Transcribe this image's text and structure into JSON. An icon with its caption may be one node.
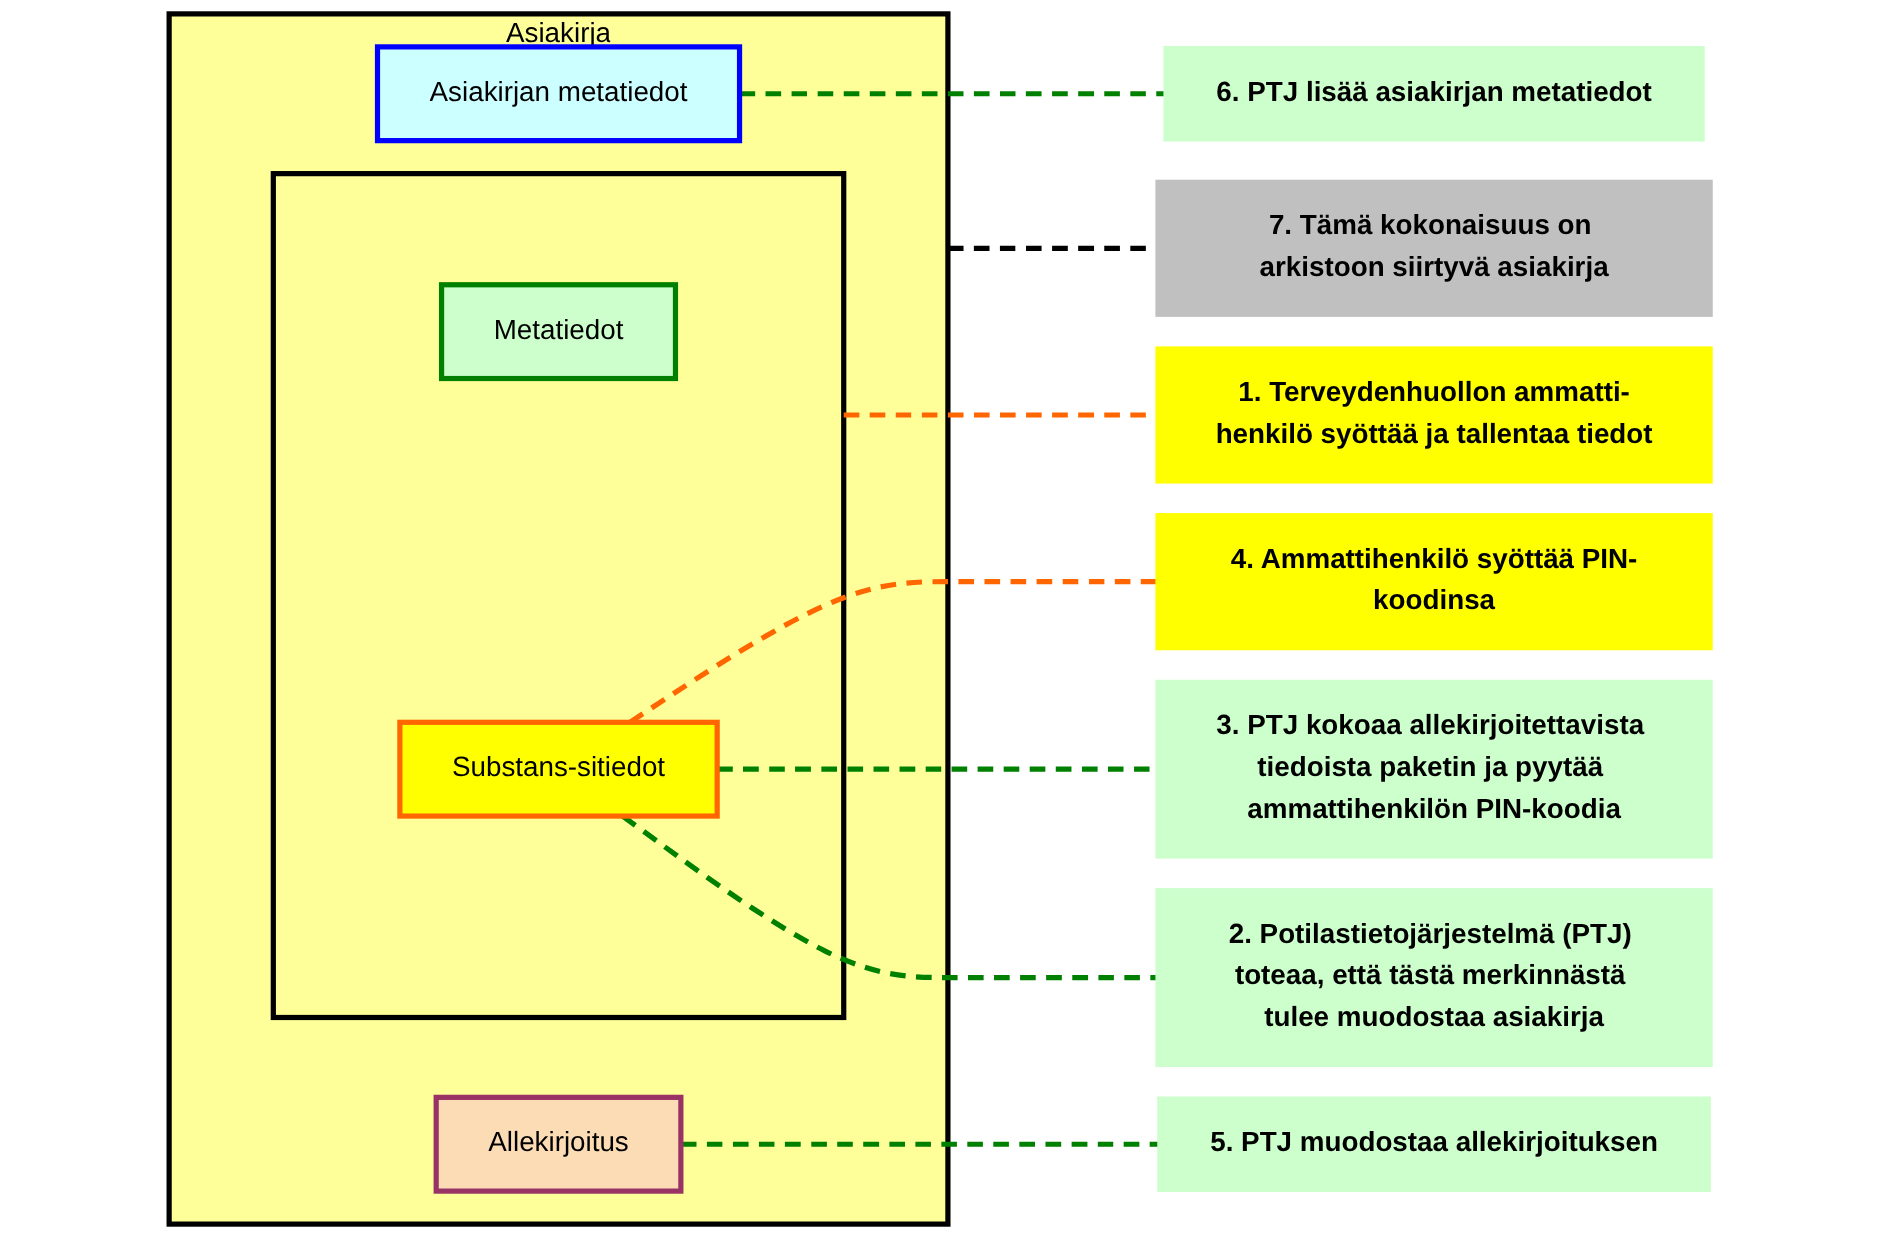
{
  "diagram": {
    "nodes": [
      {
        "text": [
          "Asiakirja"
        ]
      },
      {
        "text": [
          "Asiakirjan metatiedot"
        ],
        "in": 0
      },
      {
        "text": [],
        "shape": "box",
        "in": 0
      },
      {
        "text": [
          "Metatiedot"
        ],
        "in": 2
      },
      {
        "text": [
          "Substans-sitiedot"
        ],
        "in": 2
      },
      {
        "text": [
          "Allekirjoitus"
        ],
        "in": 0
      },
      {
        "text": [
          "7. Tämä kokonaisuus on arkistoon siirtyvä asiakirja"
        ]
      },
      {
        "text": [
          "6. PTJ lisää asiakirjan metatiedot"
        ]
      },
      {
        "text": [
          "5. PTJ muodostaa allekirjoituksen"
        ]
      },
      {
        "text": [
          "4. Ammattihenkilö syöttää PIN-koodinsa"
        ]
      },
      {
        "text": [
          "3. PTJ kokoaa allekirjoitettavista tiedoista paketin ja pyytää ammattihenkilön PIN-koodia"
        ]
      },
      {
        "text": [
          "2. Potilastietojärjestelmä (PTJ) toteaa, että tästä merkinnästä tulee muodostaa asiakirja"
        ]
      },
      {
        "text": [
          "1. Terveydenhuollon ammatti-henkilö syöttää ja tallentaa tiedot"
        ]
      }
    ],
    "edges": [
      {
        "from": 0,
        "to": 6,
        "arrow": "none",
        "style": "dashed",
        "color": "#000000"
      },
      {
        "from": 1,
        "to": 7,
        "arrow": "none",
        "style": "dashed"
      },
      {
        "from": 5,
        "to": 8,
        "arrow": "none",
        "style": "dashed"
      },
      {
        "from": 4,
        "to": 9,
        "arrow": "none",
        "style": "dashed",
        "color": "#ff6600"
      },
      {
        "from": 4,
        "to": 10,
        "arrow": "none",
        "style": "dashed"
      },
      {
        "from": 4,
        "to": 11,
        "arrow": "none",
        "style": "dashed"
      },
      {
        "from": 2,
        "to": 12,
        "arrow": "none",
        "style": "dashed",
        "color": "#ff6600"
      }
    ]
  }
}
